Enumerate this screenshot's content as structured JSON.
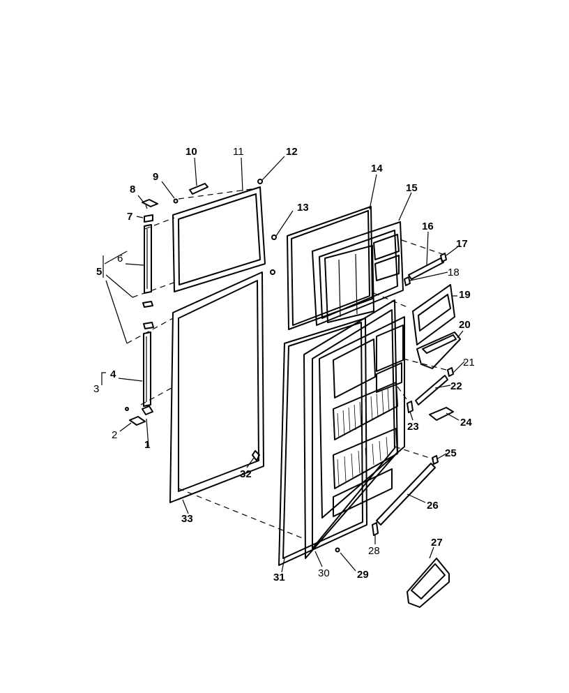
{
  "diagram": {
    "part_numbers": [
      "1",
      "2",
      "3",
      "4",
      "5",
      "6",
      "7",
      "8",
      "9",
      "10",
      "11",
      "12",
      "13",
      "14",
      "15",
      "16",
      "17",
      "18",
      "19",
      "20",
      "21",
      "22",
      "23",
      "24",
      "25",
      "26",
      "27",
      "28",
      "29",
      "30",
      "31",
      "32",
      "33"
    ]
  }
}
